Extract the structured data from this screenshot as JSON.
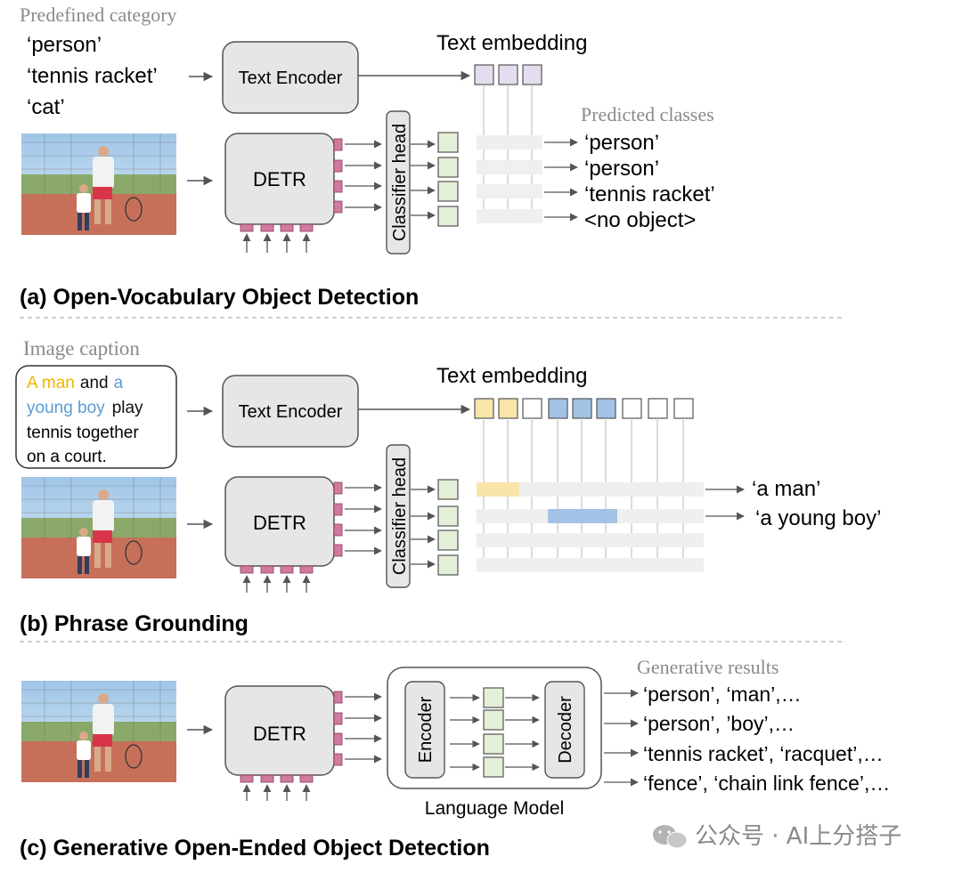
{
  "panel_a": {
    "predefined_label": "Predefined category",
    "categories": [
      "‘person’",
      "‘tennis racket’",
      "‘cat’"
    ],
    "text_encoder": "Text Encoder",
    "text_embedding": "Text embedding",
    "detr": "DETR",
    "classifier_head": "Classifier head",
    "predicted_label": "Predicted classes",
    "predictions": [
      "‘person’",
      "‘person’",
      "‘tennis racket’",
      "<no object>"
    ],
    "title": "(a) Open-Vocabulary Object Detection"
  },
  "panel_b": {
    "caption_label": "Image caption",
    "caption_parts": {
      "a_man": "A man",
      "and": "and",
      "a": "a",
      "young_boy": "young boy",
      "play": "play",
      "line3": "tennis together",
      "line4": "on a court."
    },
    "text_encoder": "Text Encoder",
    "text_embedding": "Text embedding",
    "detr": "DETR",
    "classifier_head": "Classifier head",
    "outputs": [
      "‘a man’",
      "‘a young boy’"
    ],
    "title": "(b) Phrase Grounding"
  },
  "panel_c": {
    "detr": "DETR",
    "encoder": "Encoder",
    "decoder": "Decoder",
    "language_model": "Language Model",
    "generative_label": "Generative results",
    "results": [
      "‘person’, ‘man’,…",
      "‘person’, ’boy’,…",
      "‘tennis racket’, ‘racquet’,…",
      "‘fence’, ‘chain link fence’,…"
    ],
    "title": "(c) Generative Open-Ended Object Detection"
  },
  "watermark": "公众号 · AI上分搭子",
  "colors": {
    "query_pink": "#d07a9e",
    "box_fill": "#e6e6e6",
    "embed_purple": "#e4dcef",
    "feature_green": "#e3efd8",
    "phrase_yellow": "#f9e4aa",
    "phrase_blue": "#a3c3e6",
    "caption_yellow": "#f0b400",
    "caption_blue": "#5b9bd5",
    "gray_label": "#8a8a8a"
  }
}
